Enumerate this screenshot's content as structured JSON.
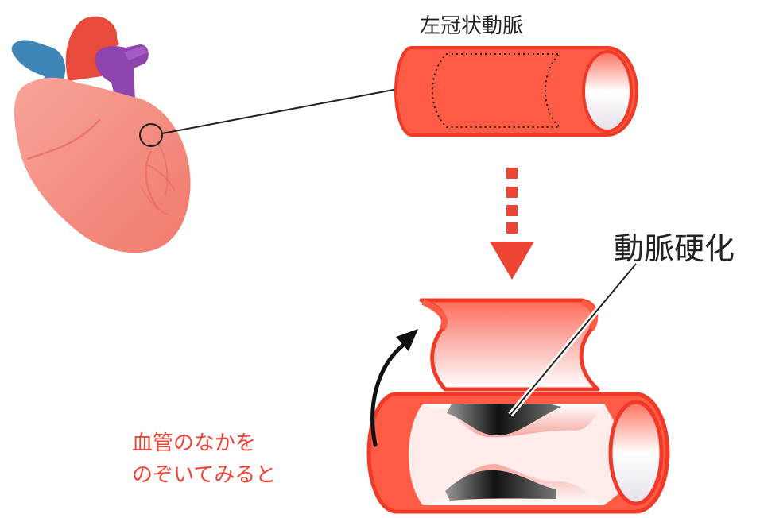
{
  "labels": {
    "coronary_artery": "左冠状動脈",
    "arteriosclerosis": "動脈硬化",
    "inside_line1": "血管のなかを",
    "inside_line2": "のぞいてみると"
  },
  "colors": {
    "vessel": "#ff5b45",
    "vessel_edge": "#f03a28",
    "lumen_white": "#ffffff",
    "lumen_pink": "#f6a6a0",
    "plaque_dark": "#222222",
    "note_red": "#ee4433",
    "aorta_red": "#e84a3c",
    "vein_blue": "#3e86b8",
    "pulmonary_purple": "#8e44ad",
    "heart_pink": "#f58c80"
  },
  "icons": {
    "heart": "heart-illustration",
    "magnify_circle": "magnifier-circle",
    "down_arrow": "dotted-down-arrow",
    "curved_arrow": "curved-arrow"
  }
}
